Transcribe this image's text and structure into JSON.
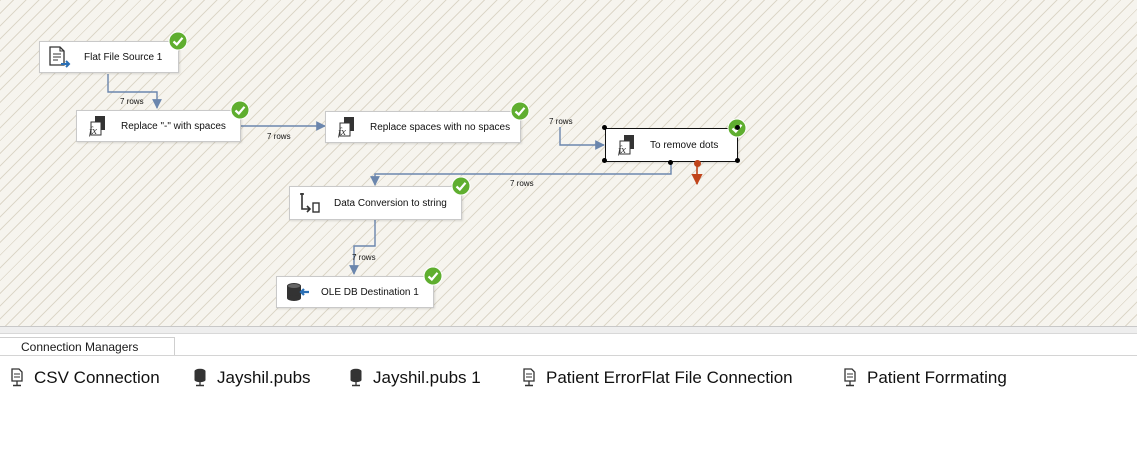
{
  "components": [
    {
      "id": "flat-file-source",
      "label": "Flat File Source 1",
      "icon": "flat-file-source-icon"
    },
    {
      "id": "replace-dash",
      "label": "Replace \"-\" with spaces",
      "icon": "derived-column-icon"
    },
    {
      "id": "replace-spaces",
      "label": "Replace spaces with no spaces",
      "icon": "derived-column-icon"
    },
    {
      "id": "remove-dots",
      "label": "To remove dots",
      "icon": "derived-column-icon"
    },
    {
      "id": "data-conversion",
      "label": "Data Conversion to string",
      "icon": "data-conversion-icon"
    },
    {
      "id": "oledb-destination",
      "label": "OLE DB Destination 1",
      "icon": "oledb-destination-icon"
    }
  ],
  "paths": [
    {
      "label": "7 rows"
    },
    {
      "label": "7 rows"
    },
    {
      "label": "7 rows"
    },
    {
      "label": "7 rows"
    },
    {
      "label": "7 rows"
    }
  ],
  "connection_managers": {
    "tab_label": "Connection Managers",
    "items": [
      {
        "label": "CSV Connection",
        "icon": "flat-file-connection-icon"
      },
      {
        "label": "Jayshil.pubs",
        "icon": "database-connection-icon"
      },
      {
        "label": "Jayshil.pubs 1",
        "icon": "database-connection-icon"
      },
      {
        "label": "Patient ErrorFlat File Connection",
        "icon": "flat-file-connection-icon"
      },
      {
        "label": "Patient Forrmating",
        "icon": "flat-file-connection-icon"
      }
    ]
  },
  "colors": {
    "path": "#6b86ad",
    "error_path": "#c0441a",
    "success": "#5fae2f",
    "icon_blue": "#2a6fb5"
  }
}
